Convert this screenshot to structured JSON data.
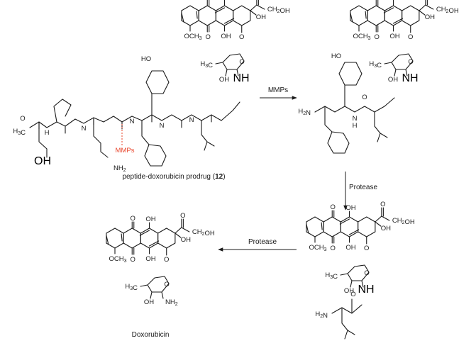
{
  "figure": {
    "labels": {
      "prodrug_prefix": "peptide-doxorubicin prodrug (",
      "prodrug_num": "12",
      "prodrug_suffix": ")",
      "doxorubicin": "Doxorubicin",
      "cleavage_site": "MMPs"
    },
    "arrows": {
      "step1": "MMPs",
      "step2": "Protease",
      "step3": "Protease"
    },
    "atoms": {
      "O": "O",
      "OH": "OH",
      "CH2OH": "CH2OH",
      "OCH3": "OCH3",
      "H3C": "H3C",
      "HO": "HO",
      "NH": "NH",
      "N": "N",
      "H": "H",
      "H2N": "H2N",
      "NH2": "NH2",
      "Ac": "H3C"
    },
    "colors": {
      "ink": "#1a1a1a",
      "cleavage": "#e8442a"
    }
  }
}
